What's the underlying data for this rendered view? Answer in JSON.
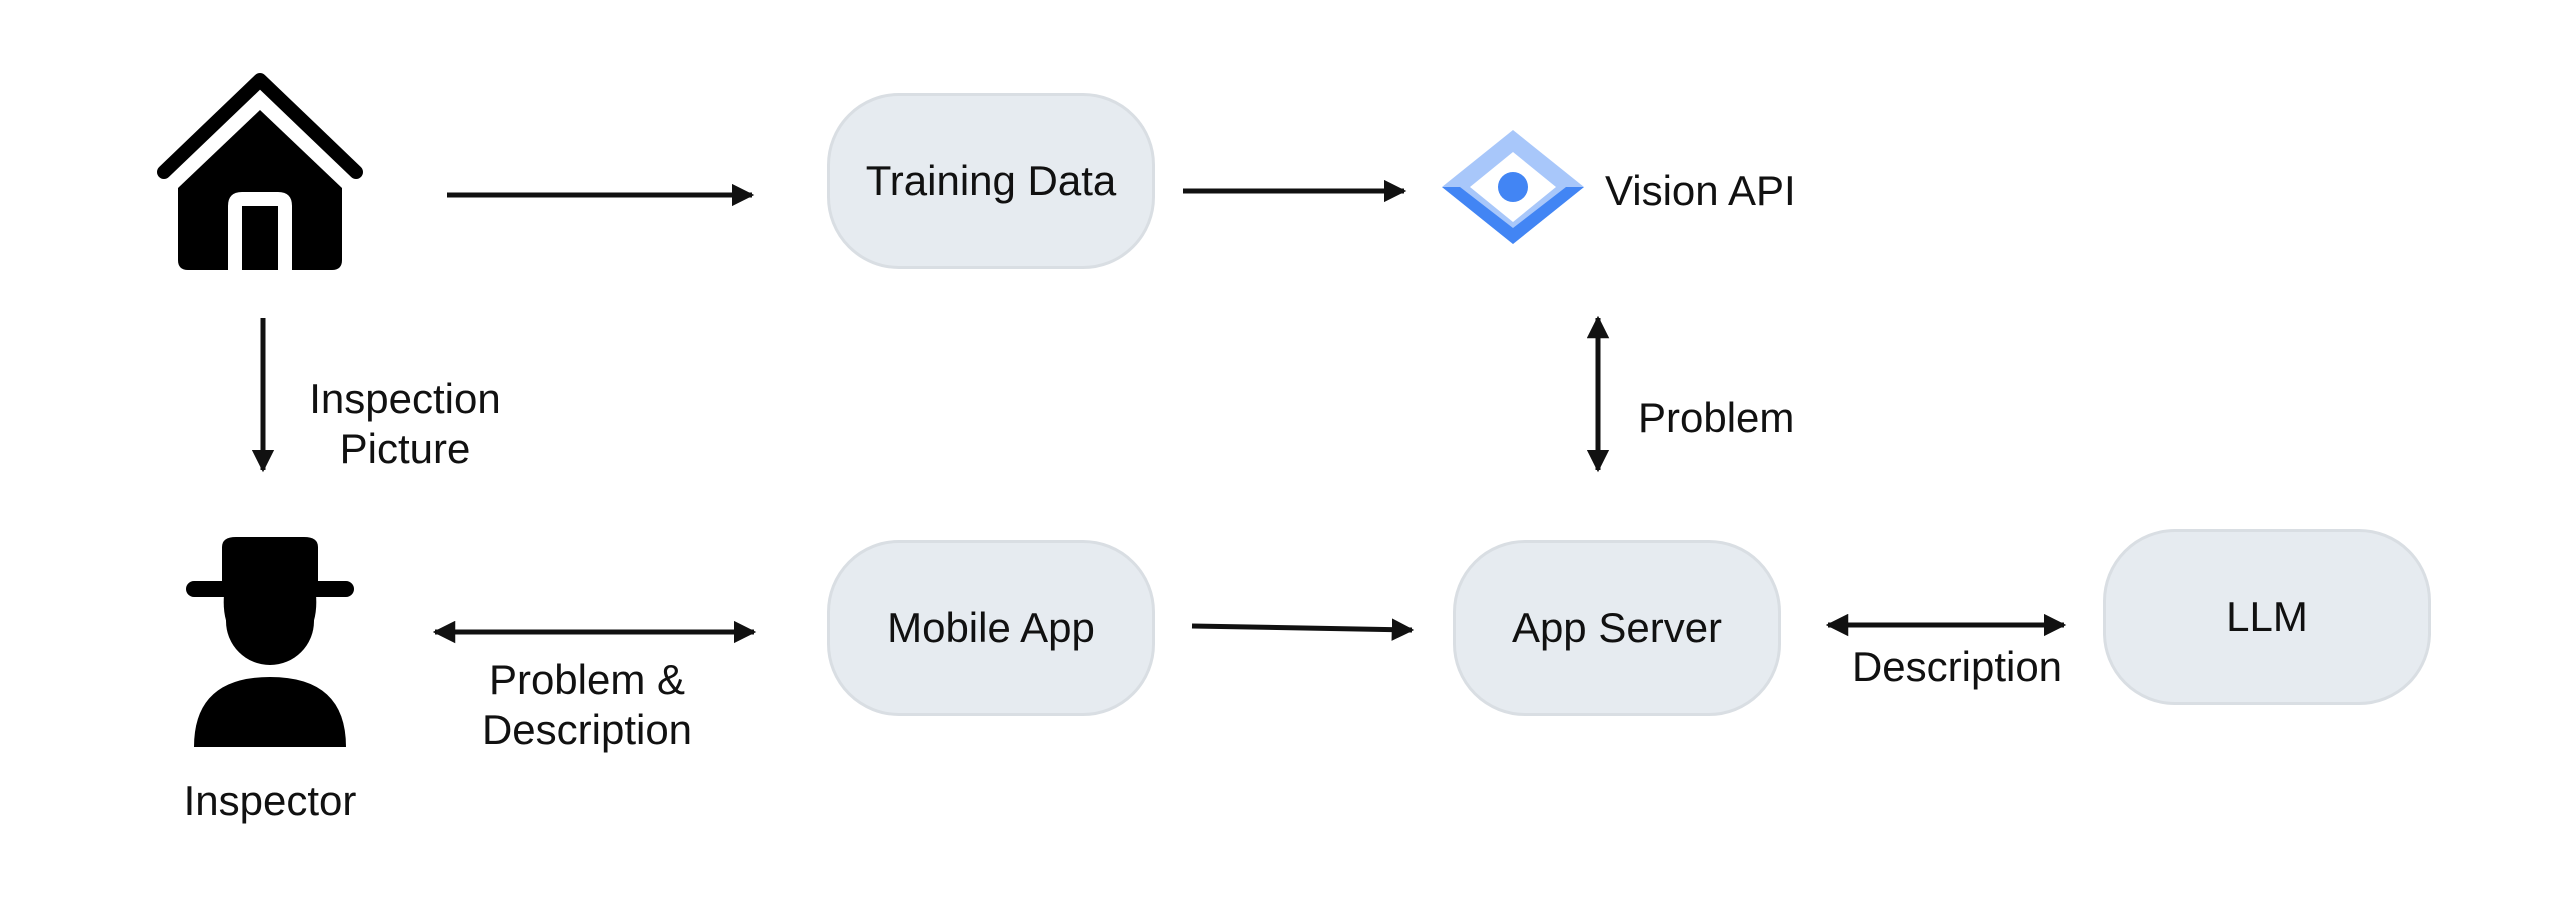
{
  "nodes": {
    "training_data": "Training Data",
    "vision_api": "Vision API",
    "mobile_app": "Mobile App",
    "app_server": "App Server",
    "llm": "LLM"
  },
  "labels": {
    "inspection_picture_line1": "Inspection",
    "inspection_picture_line2": "Picture",
    "problem": "Problem",
    "problem_description_line1": "Problem &",
    "problem_description_line2": "Description",
    "description": "Description",
    "inspector": "Inspector"
  },
  "icons": {
    "house": "house-icon",
    "inspector": "person-with-hat-icon",
    "vision_api": "vision-api-logo-icon"
  },
  "colors": {
    "node_fill": "#e6ebf0",
    "node_border": "#d9dee3",
    "arrow": "#111111",
    "vision_light": "#a8c7fa",
    "vision_dark": "#4285f4"
  }
}
